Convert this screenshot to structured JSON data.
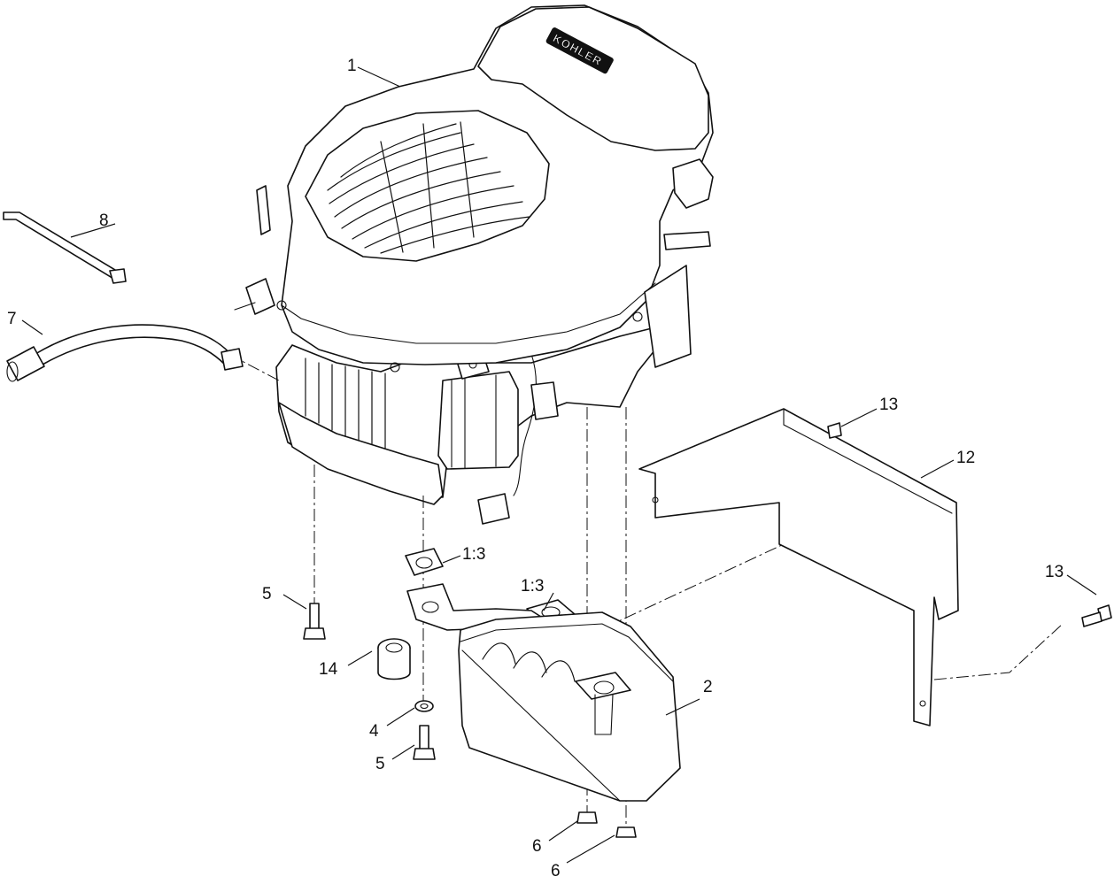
{
  "diagram": {
    "brand_text": "KOHLER",
    "callouts": [
      {
        "id": "c1",
        "text": "1"
      },
      {
        "id": "c2",
        "text": "2"
      },
      {
        "id": "c4",
        "text": "4"
      },
      {
        "id": "c5a",
        "text": "5"
      },
      {
        "id": "c5b",
        "text": "5"
      },
      {
        "id": "c6a",
        "text": "6"
      },
      {
        "id": "c6b",
        "text": "6"
      },
      {
        "id": "c7",
        "text": "7"
      },
      {
        "id": "c8",
        "text": "8"
      },
      {
        "id": "c12",
        "text": "12"
      },
      {
        "id": "c13a",
        "text": "13"
      },
      {
        "id": "c13b",
        "text": "13"
      },
      {
        "id": "c14",
        "text": "14"
      },
      {
        "id": "c1_3a",
        "text": "1:3"
      },
      {
        "id": "c1_3b",
        "text": "1:3"
      }
    ]
  }
}
